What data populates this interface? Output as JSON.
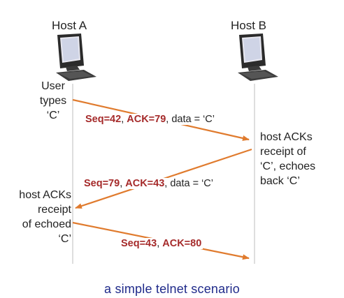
{
  "hosts": [
    {
      "label": "Host A"
    },
    {
      "label": "Host B"
    }
  ],
  "notes": {
    "user_types": [
      "User",
      "types",
      "‘C’"
    ],
    "host_b_ack": [
      "host ACKs",
      "receipt of",
      "‘C’, echoes",
      "back ‘C’"
    ],
    "host_a_ack": [
      "host ACKs",
      "receipt",
      "of echoed",
      "‘C’"
    ]
  },
  "messages": [
    {
      "seq": "Seq=42",
      "sep": ", ",
      "ack": "ACK=79",
      "rest": ", data = ‘C’"
    },
    {
      "seq": "Seq=79",
      "sep": ", ",
      "ack": "ACK=43",
      "rest": ", data = ‘C’"
    },
    {
      "seq": "Seq=43",
      "sep": ", ",
      "ack": "ACK=80",
      "rest": ""
    }
  ],
  "caption": "a simple telnet scenario",
  "colors": {
    "arrow": "#e07b2e",
    "highlight": "#a52a2a",
    "caption": "#1f2a8a",
    "timeline": "#d0d0d0"
  }
}
